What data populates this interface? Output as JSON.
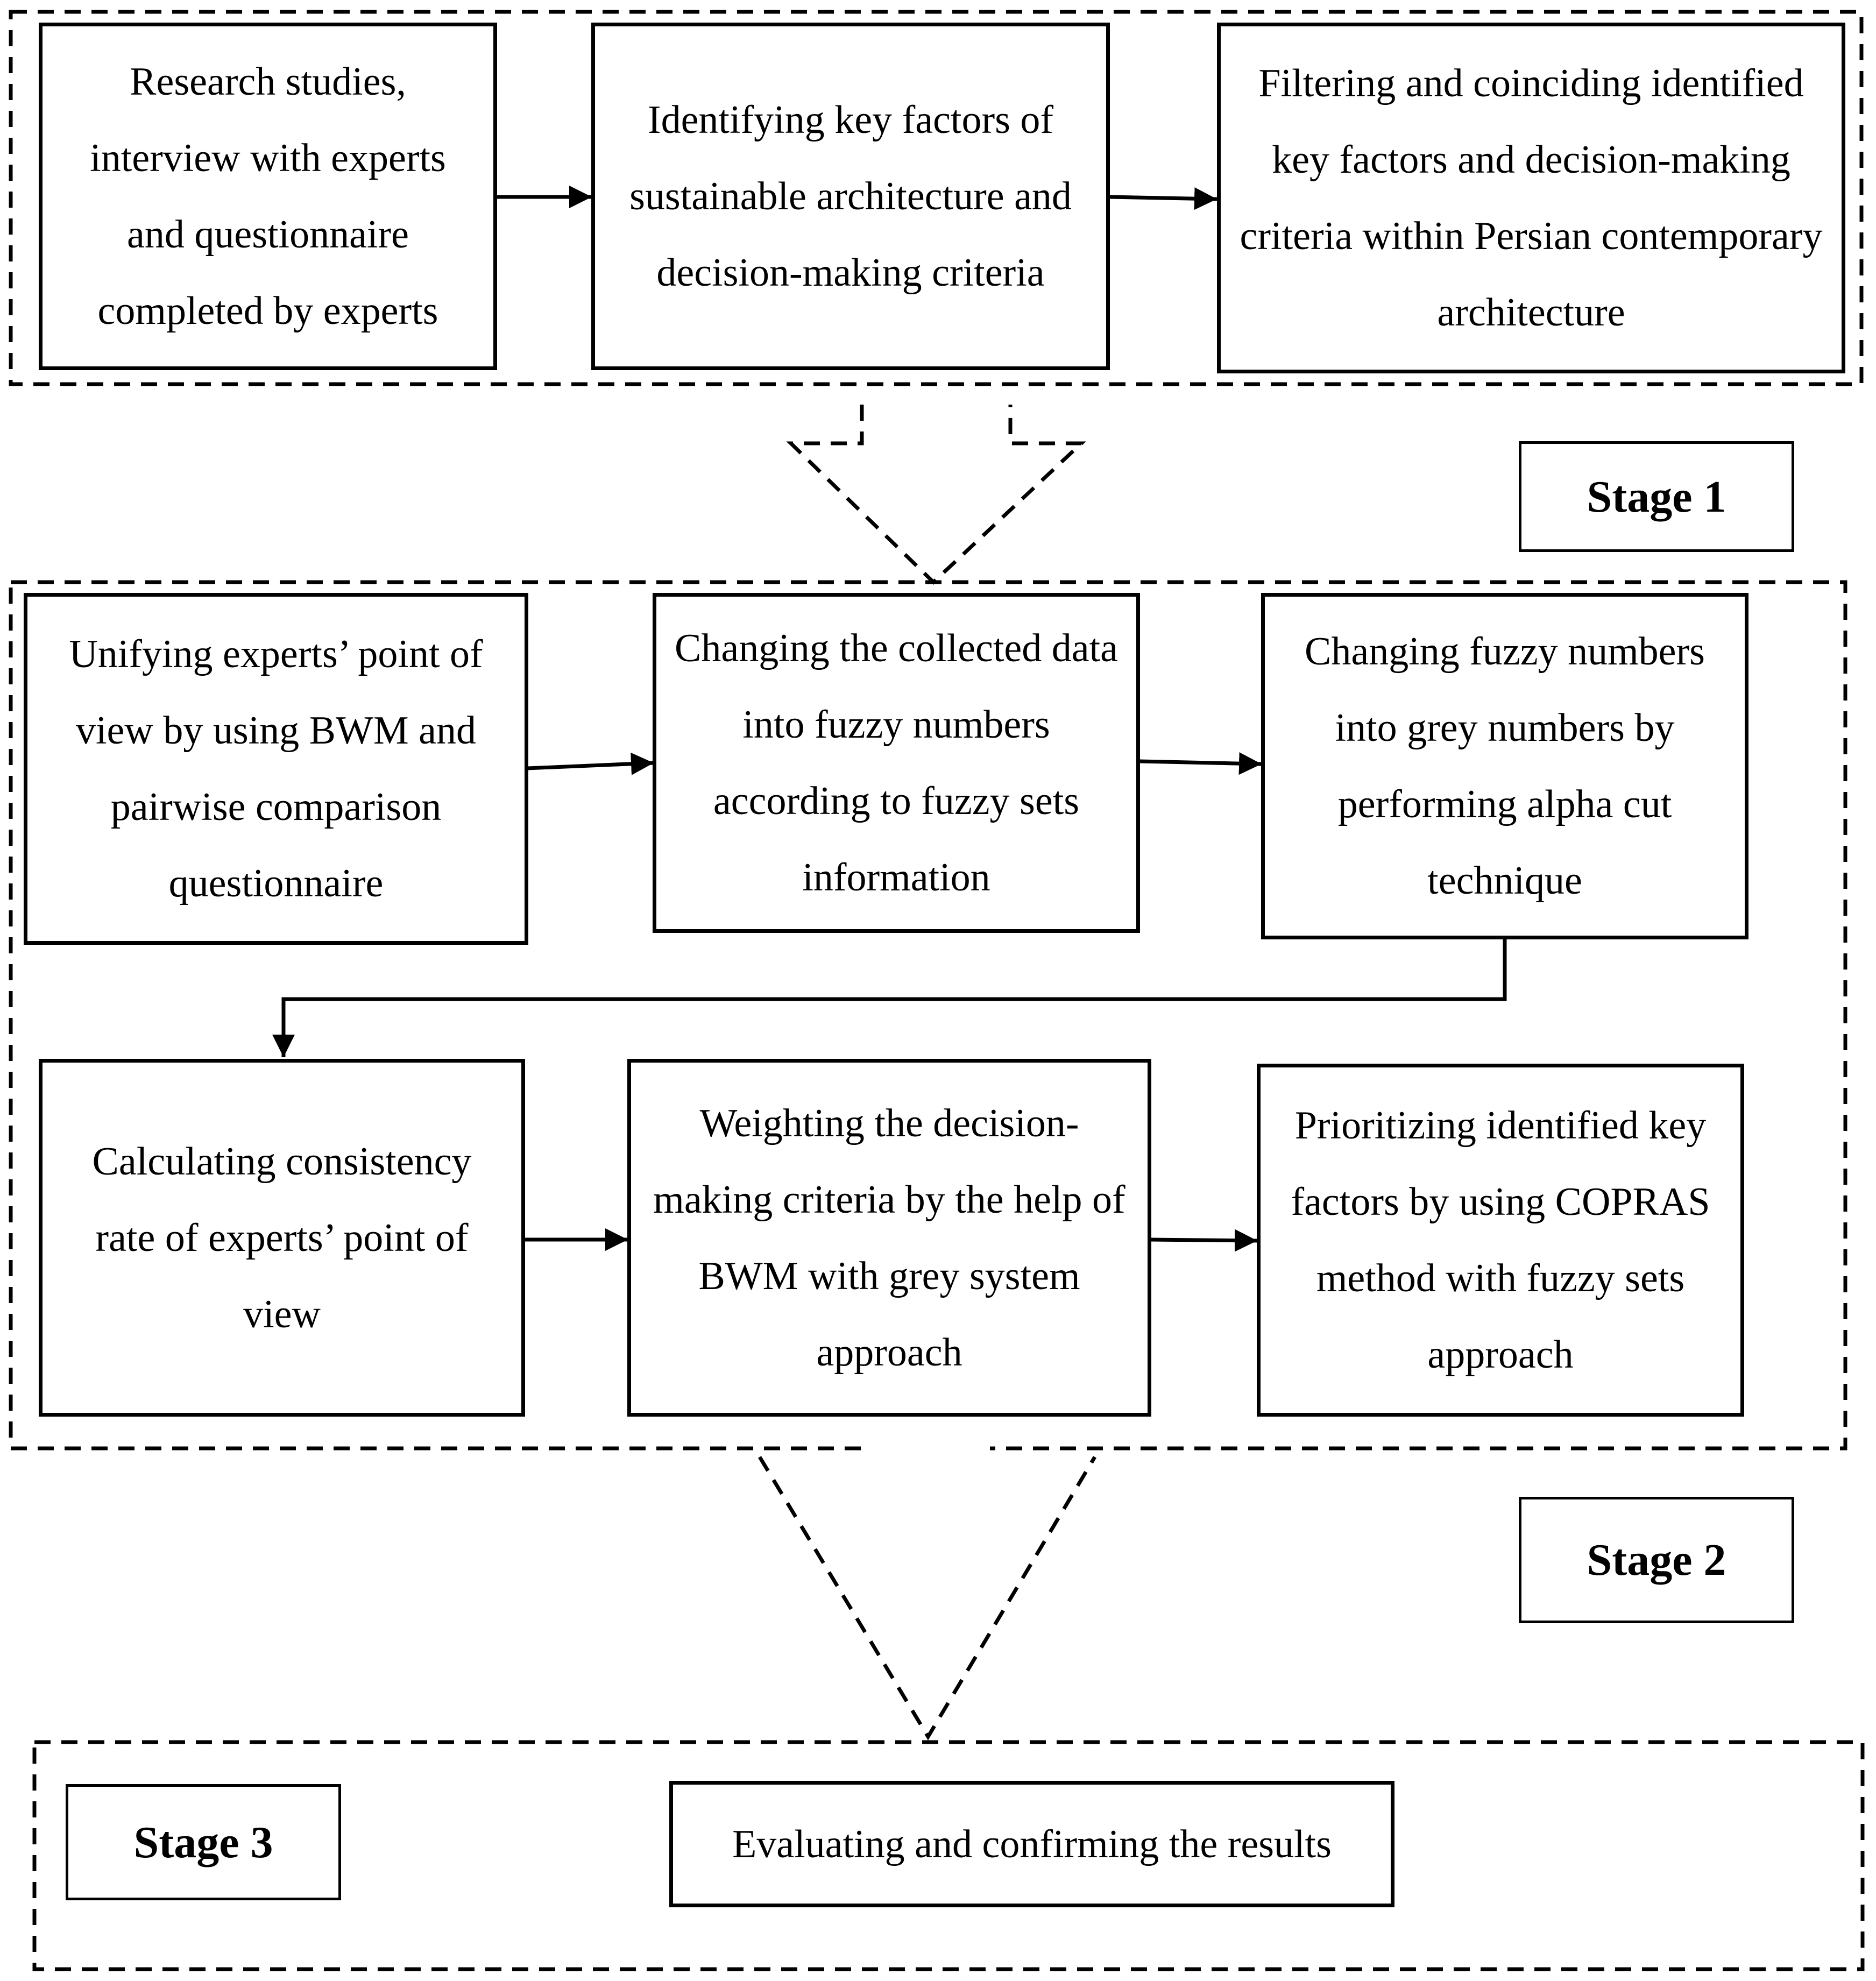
{
  "stages": [
    {
      "label": "Stage 1",
      "steps": [
        "Research studies, interview with experts and questionnaire completed by experts",
        "Identifying key factors of sustainable architecture and decision-making criteria",
        "Filtering and coinciding identified key factors and decision-making criteria within Persian contemporary architecture"
      ]
    },
    {
      "label": "Stage 2",
      "steps": [
        "Unifying experts’ point of view by using BWM and pairwise comparison questionnaire",
        "Changing the collected data into fuzzy numbers according to fuzzy sets information",
        "Changing fuzzy numbers into grey numbers by performing alpha cut technique",
        "Calculating consistency rate of experts’ point of view",
        "Weighting the decision-making criteria by the help of BWM with grey system approach",
        "Prioritizing identified key factors by using COPRAS method with fuzzy sets approach"
      ]
    },
    {
      "label": "Stage 3",
      "steps": [
        "Evaluating and confirming the results"
      ]
    }
  ]
}
